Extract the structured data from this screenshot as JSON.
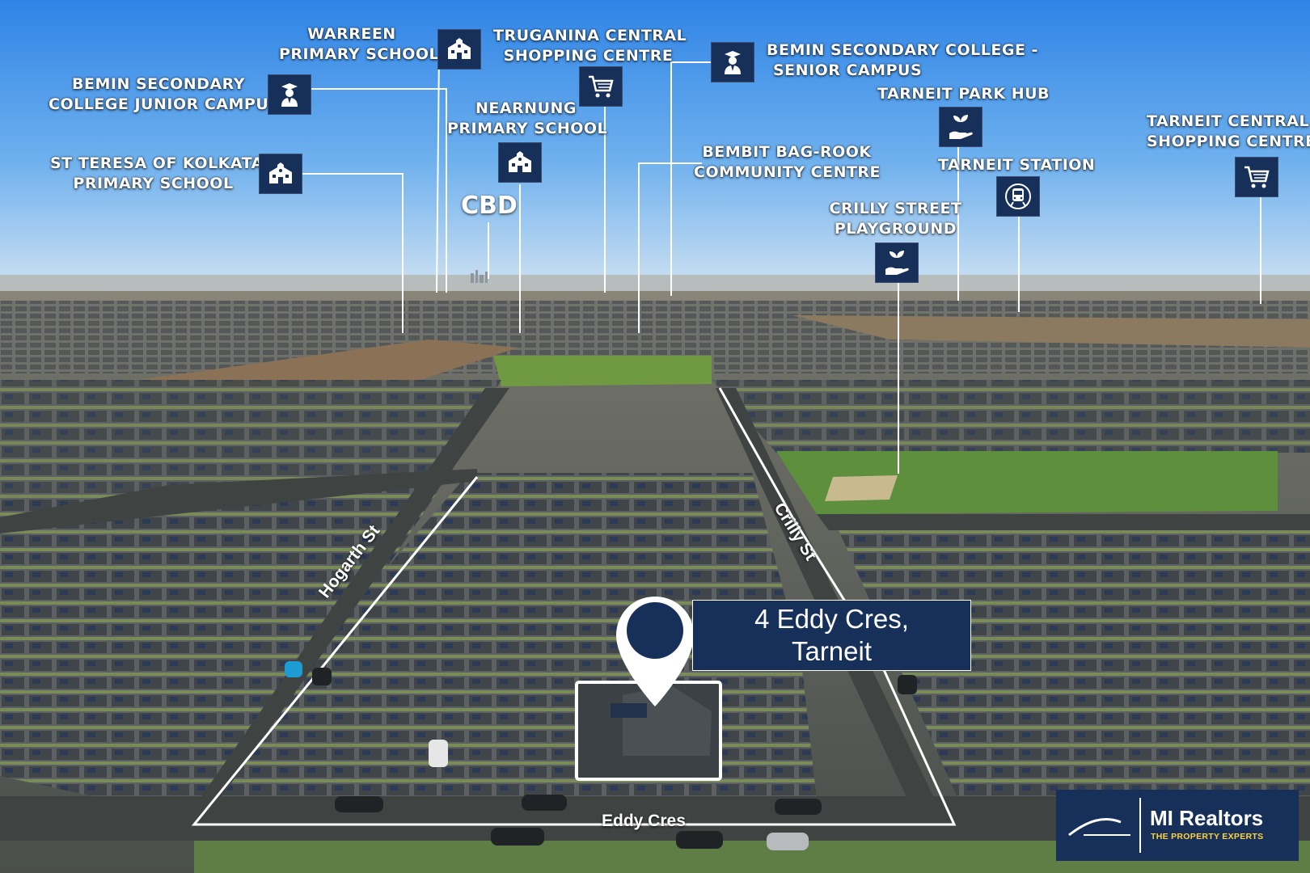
{
  "property": {
    "address_line1": "4 Eddy Cres,",
    "address_line2": "Tarneit"
  },
  "streets": {
    "hogarth": "Hogarth St",
    "crilly": "Crilly St",
    "eddy": "Eddy Cres"
  },
  "cbd_label": "CBD",
  "points_of_interest": [
    {
      "id": "warreen",
      "label": [
        "WARREEN",
        "PRIMARY SCHOOL"
      ],
      "icon": "school-icon"
    },
    {
      "id": "truganina",
      "label": [
        "TRUGANINA CENTRAL",
        "SHOPPING CENTRE"
      ],
      "icon": "shopping-cart-icon"
    },
    {
      "id": "bemin-senior",
      "label": [
        "BEMIN SECONDARY COLLEGE -",
        "SENIOR CAMPUS"
      ],
      "icon": "graduate-icon"
    },
    {
      "id": "bemin-junior",
      "label": [
        "BEMIN SECONDARY",
        "COLLEGE JUNIOR CAMPUS"
      ],
      "icon": "graduate-icon"
    },
    {
      "id": "tarneit-park-hub",
      "label": [
        "TARNEIT PARK HUB"
      ],
      "icon": "plant-hand-icon"
    },
    {
      "id": "nearnung",
      "label": [
        "NEARNUNG",
        "PRIMARY SCHOOL"
      ],
      "icon": "school-icon"
    },
    {
      "id": "tarneit-central",
      "label": [
        "TARNEIT CENTRAL",
        "SHOPPING CENTRE"
      ],
      "icon": "shopping-cart-icon"
    },
    {
      "id": "st-teresa",
      "label": [
        "ST TERESA OF KOLKATA",
        "PRIMARY SCHOOL"
      ],
      "icon": "school-icon"
    },
    {
      "id": "bembit",
      "label": [
        "BEMBIT BAG-ROOK",
        "COMMUNITY CENTRE"
      ],
      "icon": ""
    },
    {
      "id": "tarneit-station",
      "label": [
        "TARNEIT STATION"
      ],
      "icon": "train-icon"
    },
    {
      "id": "crilly-playground",
      "label": [
        "CRILLY STREET",
        "PLAYGROUND"
      ],
      "icon": "plant-hand-icon"
    }
  ],
  "brand": {
    "name": "MI Realtors",
    "tagline": "THE PROPERTY EXPERTS"
  },
  "colors": {
    "navy": "#17305a",
    "sky": "#3d8ee6",
    "grass": "#5a8a3a",
    "tagline": "#ffd23a"
  }
}
